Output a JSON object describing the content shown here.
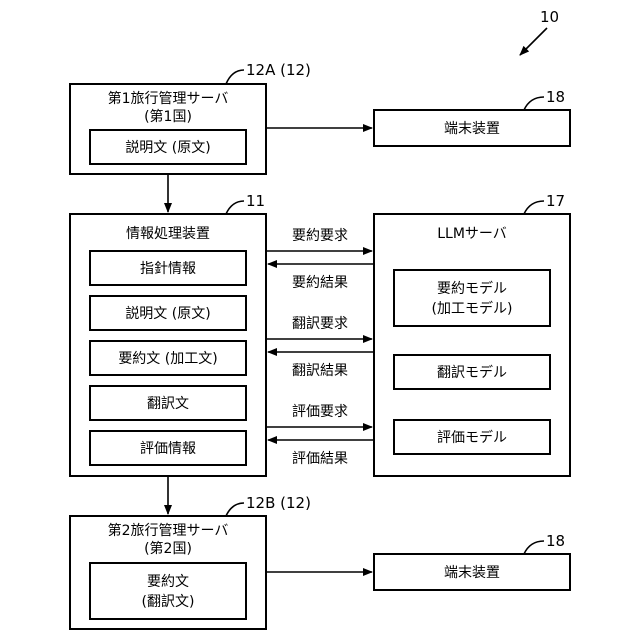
{
  "figure_ref": "10",
  "server_a": {
    "ref": "12A (12)",
    "title1": "第1旅行管理サーバ",
    "title2": "(第1国)",
    "item": "説明文 (原文)"
  },
  "terminal_a": {
    "ref": "18",
    "label": "端末装置"
  },
  "processor": {
    "ref": "11",
    "title": "情報処理装置",
    "items": [
      "指針情報",
      "説明文 (原文)",
      "要約文 (加工文)",
      "翻訳文",
      "評価情報"
    ]
  },
  "llm": {
    "ref": "17",
    "title": "LLMサーバ",
    "summary_model": {
      "line1": "要約モデル",
      "line2": "(加工モデル)"
    },
    "translation_model": "翻訳モデル",
    "evaluation_model": "評価モデル"
  },
  "arrows": {
    "summary_request": "要約要求",
    "summary_result": "要約結果",
    "translation_request": "翻訳要求",
    "translation_result": "翻訳結果",
    "evaluation_request": "評価要求",
    "evaluation_result": "評価結果"
  },
  "server_b": {
    "ref": "12B (12)",
    "title1": "第2旅行管理サーバ",
    "title2": "(第2国)",
    "item_line1": "要約文",
    "item_line2": "(翻訳文)"
  },
  "terminal_b": {
    "ref": "18",
    "label": "端末装置"
  }
}
